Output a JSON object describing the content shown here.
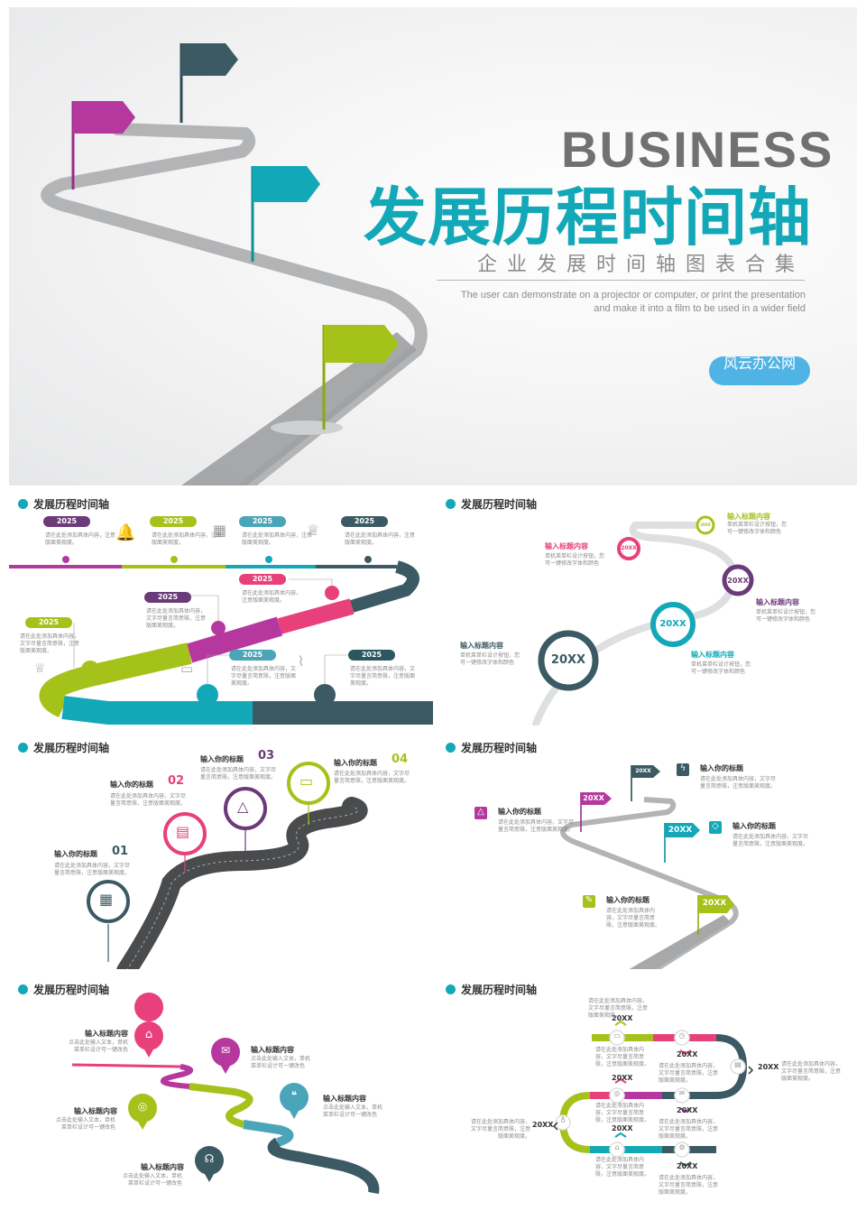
{
  "hero": {
    "business": "BUSINESS",
    "title": "发展历程时间轴",
    "subtitle": "企业发展时间轴图表合集",
    "desc_line1": "The user can demonstrate on a projector or computer, or print the presentation",
    "desc_line2": "and make it into a film to be used in a wider field",
    "badge": "风云办公网",
    "colors": {
      "teal": "#13a8b8",
      "purple": "#b6389f",
      "lime": "#a5c21a",
      "darkslate": "#3c5a63",
      "gray": "#707173"
    }
  },
  "slide_title": "发展历程时间轴",
  "s1": {
    "year": "2025",
    "desc2": "请在此处添加具体内容，注意版面美观度。",
    "desc3": "请在此处添加具体内容，文字尽量言简意赅，注意版面美观度。",
    "icons": [
      "bell-icon",
      "chart-icon",
      "trophy-icon",
      "monitor-icon",
      "trend-icon"
    ]
  },
  "s2": {
    "year_big": "20XX",
    "heading": "输入标题内容",
    "desc": "单机菜单栏设计按钮，您可一键修改字体和颜色"
  },
  "s3": {
    "heading": "输入你的标题",
    "desc": "请在此处添加具体内容，文字尽量言简意赅，注意版面美观度。",
    "nums": [
      "01",
      "02",
      "03",
      "04"
    ]
  },
  "s4": {
    "flag": "20XX",
    "heading": "输入你的标题",
    "desc": "请在此处添加具体内容，文字尽量言简意赅，注意版面美观度。"
  },
  "s5": {
    "heading": "输入标题内容",
    "desc": "点击此处输入文本，单机菜单栏设计可一键改色"
  },
  "s6": {
    "year": "20XX",
    "desc": "请在此处添加具体内容，文字尽量言简意赅，注意版面美观度。"
  }
}
